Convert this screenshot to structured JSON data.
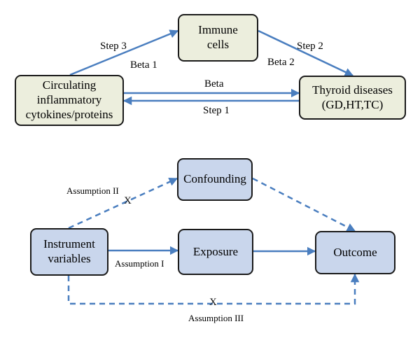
{
  "top": {
    "nodes": {
      "immune": "Immune\ncells",
      "cytokines": "Circulating\ninflammatory\ncytokines/proteins",
      "thyroid": "Thyroid diseases\n(GD,HT,TC)"
    },
    "labels": {
      "step3": "Step 3",
      "beta1": "Beta 1",
      "step2": "Step 2",
      "beta2": "Beta 2",
      "beta": "Beta",
      "step1": "Step 1"
    }
  },
  "bottom": {
    "nodes": {
      "confounding": "Confounding",
      "instrument": "Instrument\nvariables",
      "exposure": "Exposure",
      "outcome": "Outcome"
    },
    "labels": {
      "assumption2": "Assumption II",
      "assumption1": "Assumption I",
      "assumption3": "Assumption III",
      "x_mark": "X"
    }
  },
  "colors": {
    "arrow": "#4a7ebf",
    "green_box": "#eceedd",
    "blue_box": "#c9d6ec",
    "border": "#1a1a1a"
  }
}
